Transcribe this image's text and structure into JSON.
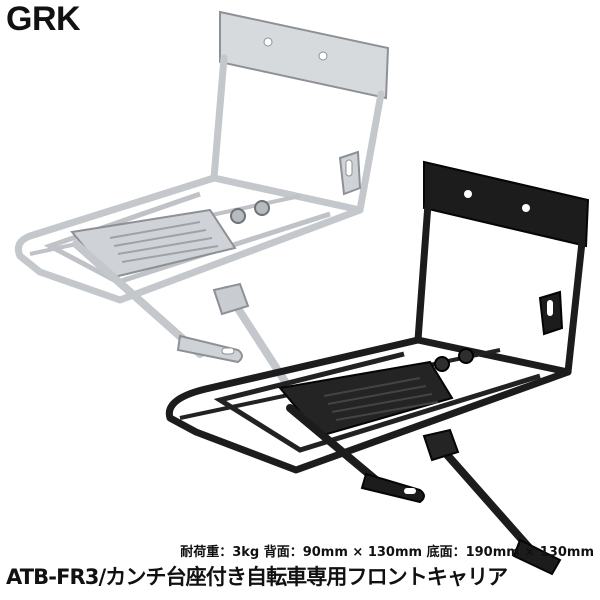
{
  "brand": "GRK",
  "specs": "耐荷重：3kg 背面：90mm × 130mm 底面：190mm × 130mm",
  "product_title": "ATB-FR3/カンチ台座付き自転車専用フロントキャリア",
  "colors": {
    "silver_rack": "#c9ccd0",
    "silver_edge": "#8d9196",
    "black_rack": "#1c1c1c",
    "black_edge": "#050505",
    "text": "#111111"
  }
}
